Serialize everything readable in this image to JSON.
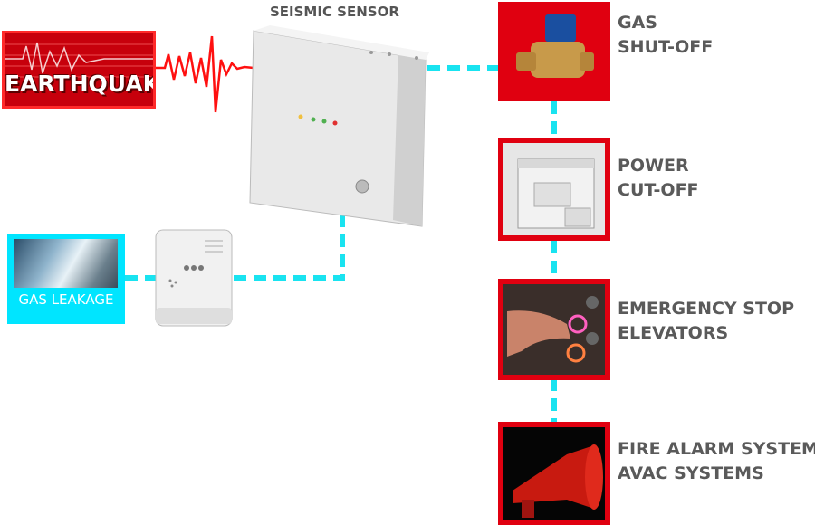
{
  "diagram": {
    "sensor_title": "SEISMIC SENSOR",
    "earthquake_label": "EARTHQUAKE",
    "gas_leakage_label": "GAS LEAKAGE",
    "outputs": [
      {
        "line1": "GAS",
        "line2": "SHUT-OFF"
      },
      {
        "line1": "POWER",
        "line2": "CUT-OFF"
      },
      {
        "line1": "EMERGENCY STOP",
        "line2": "ELEVATORS"
      },
      {
        "line1": "FIRE ALARM SYSTEMS",
        "line2": "AVAC SYSTEMS"
      }
    ]
  },
  "colors": {
    "accent_red": "#e00010",
    "connector_cyan": "#19e3f0",
    "label_gray": "#5a5a5a"
  }
}
